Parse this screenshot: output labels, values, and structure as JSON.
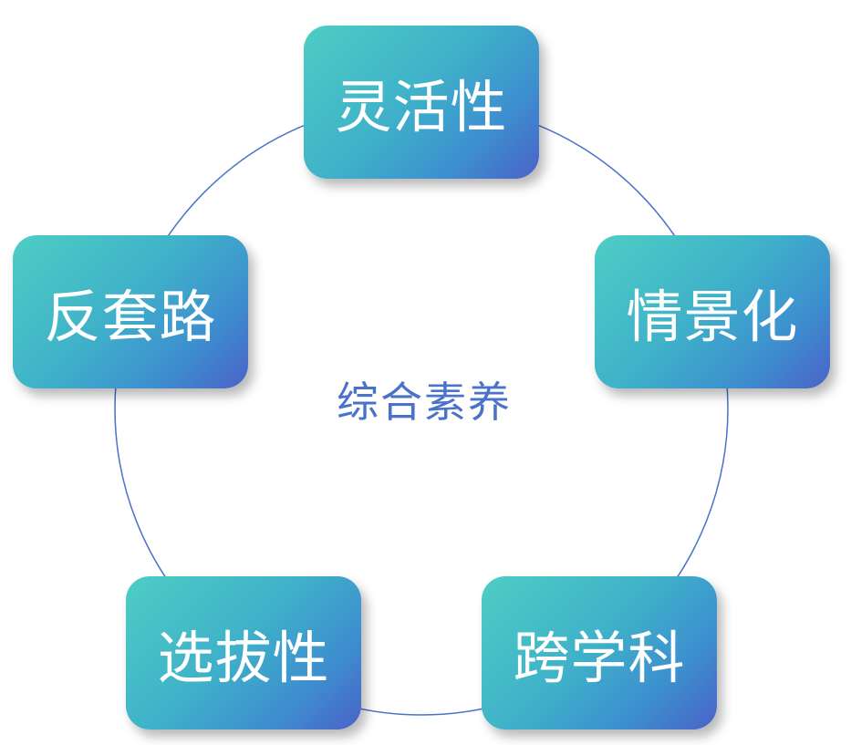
{
  "diagram": {
    "center": {
      "label": "综合素养"
    },
    "nodes": [
      {
        "label": "灵活性"
      },
      {
        "label": "情景化"
      },
      {
        "label": "跨学科"
      },
      {
        "label": "选拔性"
      },
      {
        "label": "反套路"
      }
    ]
  },
  "colors": {
    "node_gradient_start": "#4ecdc4",
    "node_gradient_end": "#4a62c8",
    "ring_line": "#4a72c8",
    "center_text": "#4a72c8",
    "node_text": "#ffffff"
  }
}
